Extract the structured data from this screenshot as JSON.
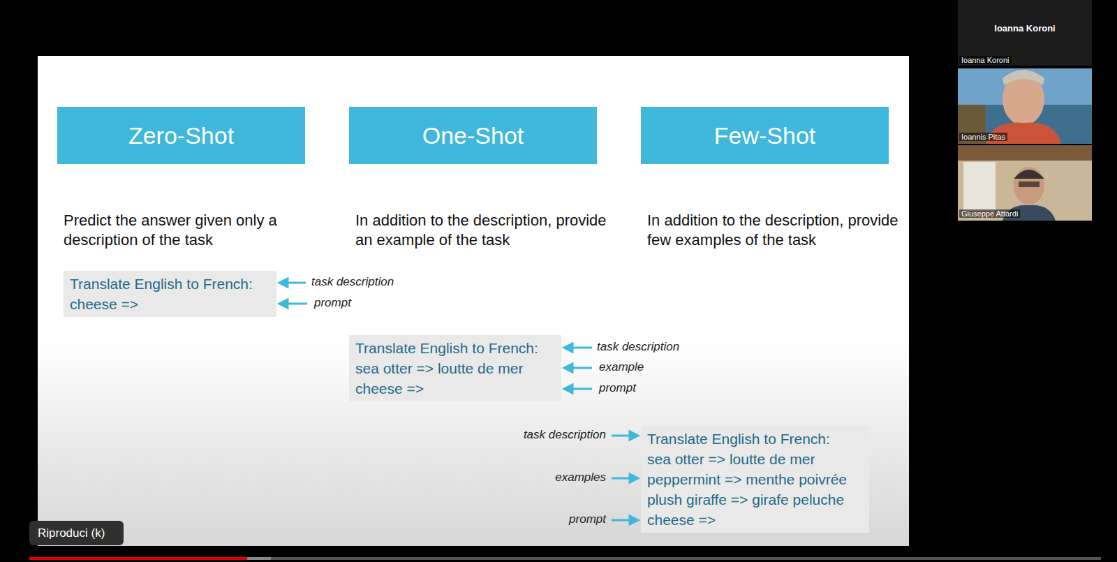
{
  "diagram": {
    "nodes": [
      {
        "text": [
          "Zero-Shot"
        ]
      },
      {
        "text": [
          "One-Shot"
        ]
      },
      {
        "text": [
          "Few-Shot"
        ]
      },
      {
        "text": [
          "Translate English to French:",
          "cheese =>"
        ]
      },
      {
        "text": [
          "Translate English to French:",
          "sea otter => loutte de mer",
          "cheese =>"
        ]
      },
      {
        "text": [
          "Translate English to French:",
          "sea otter => loutte de mer",
          "peppermint => menthe poivrée",
          "plush giraffe => girafe peluche",
          "cheese =>"
        ]
      },
      {
        "text": [
          "Riproduci (k)"
        ]
      }
    ],
    "labels": [
      "Predict the answer given only a description of the task",
      "In addition to the description, provide an example of the task",
      "In addition to the description, provide few examples of the task",
      "task description",
      "prompt",
      "task description",
      "example",
      "prompt",
      "task description",
      "examples",
      "prompt",
      "Ioanna Koroni",
      "Ioanna Koroni",
      "Ioannis Pitas",
      "Giuseppe Attardi"
    ]
  }
}
